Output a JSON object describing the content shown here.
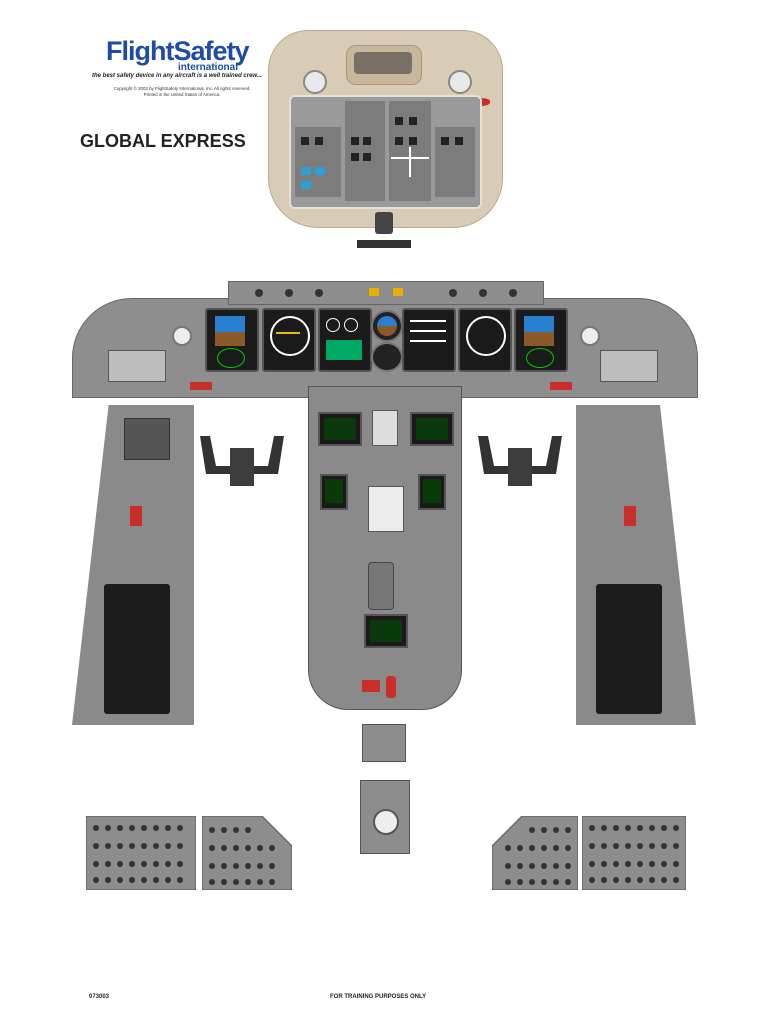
{
  "brand": {
    "name": "FlightSafety",
    "sub": "international",
    "tagline": "the best safety device in any aircraft is a well trained crew...",
    "copyright": "Copyright © 2003 by FlightSafety International, Inc. All rights reserved. Printed in the United States of America.",
    "color": "#1f4aa8"
  },
  "aircraft": "GLOBAL EXPRESS",
  "footer": {
    "part_number": "073003",
    "notice": "FOR TRAINING PURPOSES ONLY"
  },
  "colors": {
    "panel_gray": "#8a8a8a",
    "overhead_beige": "#d9ccb6",
    "display_black": "#1b1b1b",
    "warning_red": "#c9302c"
  }
}
